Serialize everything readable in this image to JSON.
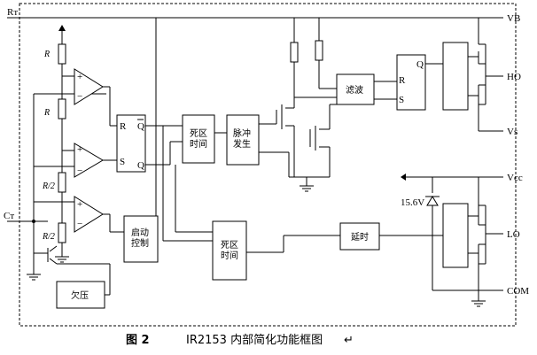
{
  "pins": {
    "rt": "Rт",
    "ct": "Cт",
    "vb": "VB",
    "ho": "HO",
    "vs": "Vs",
    "vcc": "Vcc",
    "lo": "LO",
    "com": "COM"
  },
  "resistors": {
    "r1": "R",
    "r2": "R",
    "r3": "R/2",
    "r4": "R/2"
  },
  "ff": {
    "r": "R",
    "s": "S",
    "q": "Q",
    "qbar": "Q"
  },
  "blocks": {
    "deadtime": "死区\n时间",
    "pulse": "脉冲\n发生",
    "level_shift": "滤波",
    "latch_r": "R",
    "latch_s": "S",
    "latch_q": "Q",
    "startup": "启动\n控制",
    "dead2": "死区\n时间",
    "delay": "延时",
    "uvlo": "欠压"
  },
  "zener": "15.6V",
  "caption": {
    "fig": "图 2",
    "text": "IR2153 内部简化功能框图",
    "mark": "↵"
  }
}
